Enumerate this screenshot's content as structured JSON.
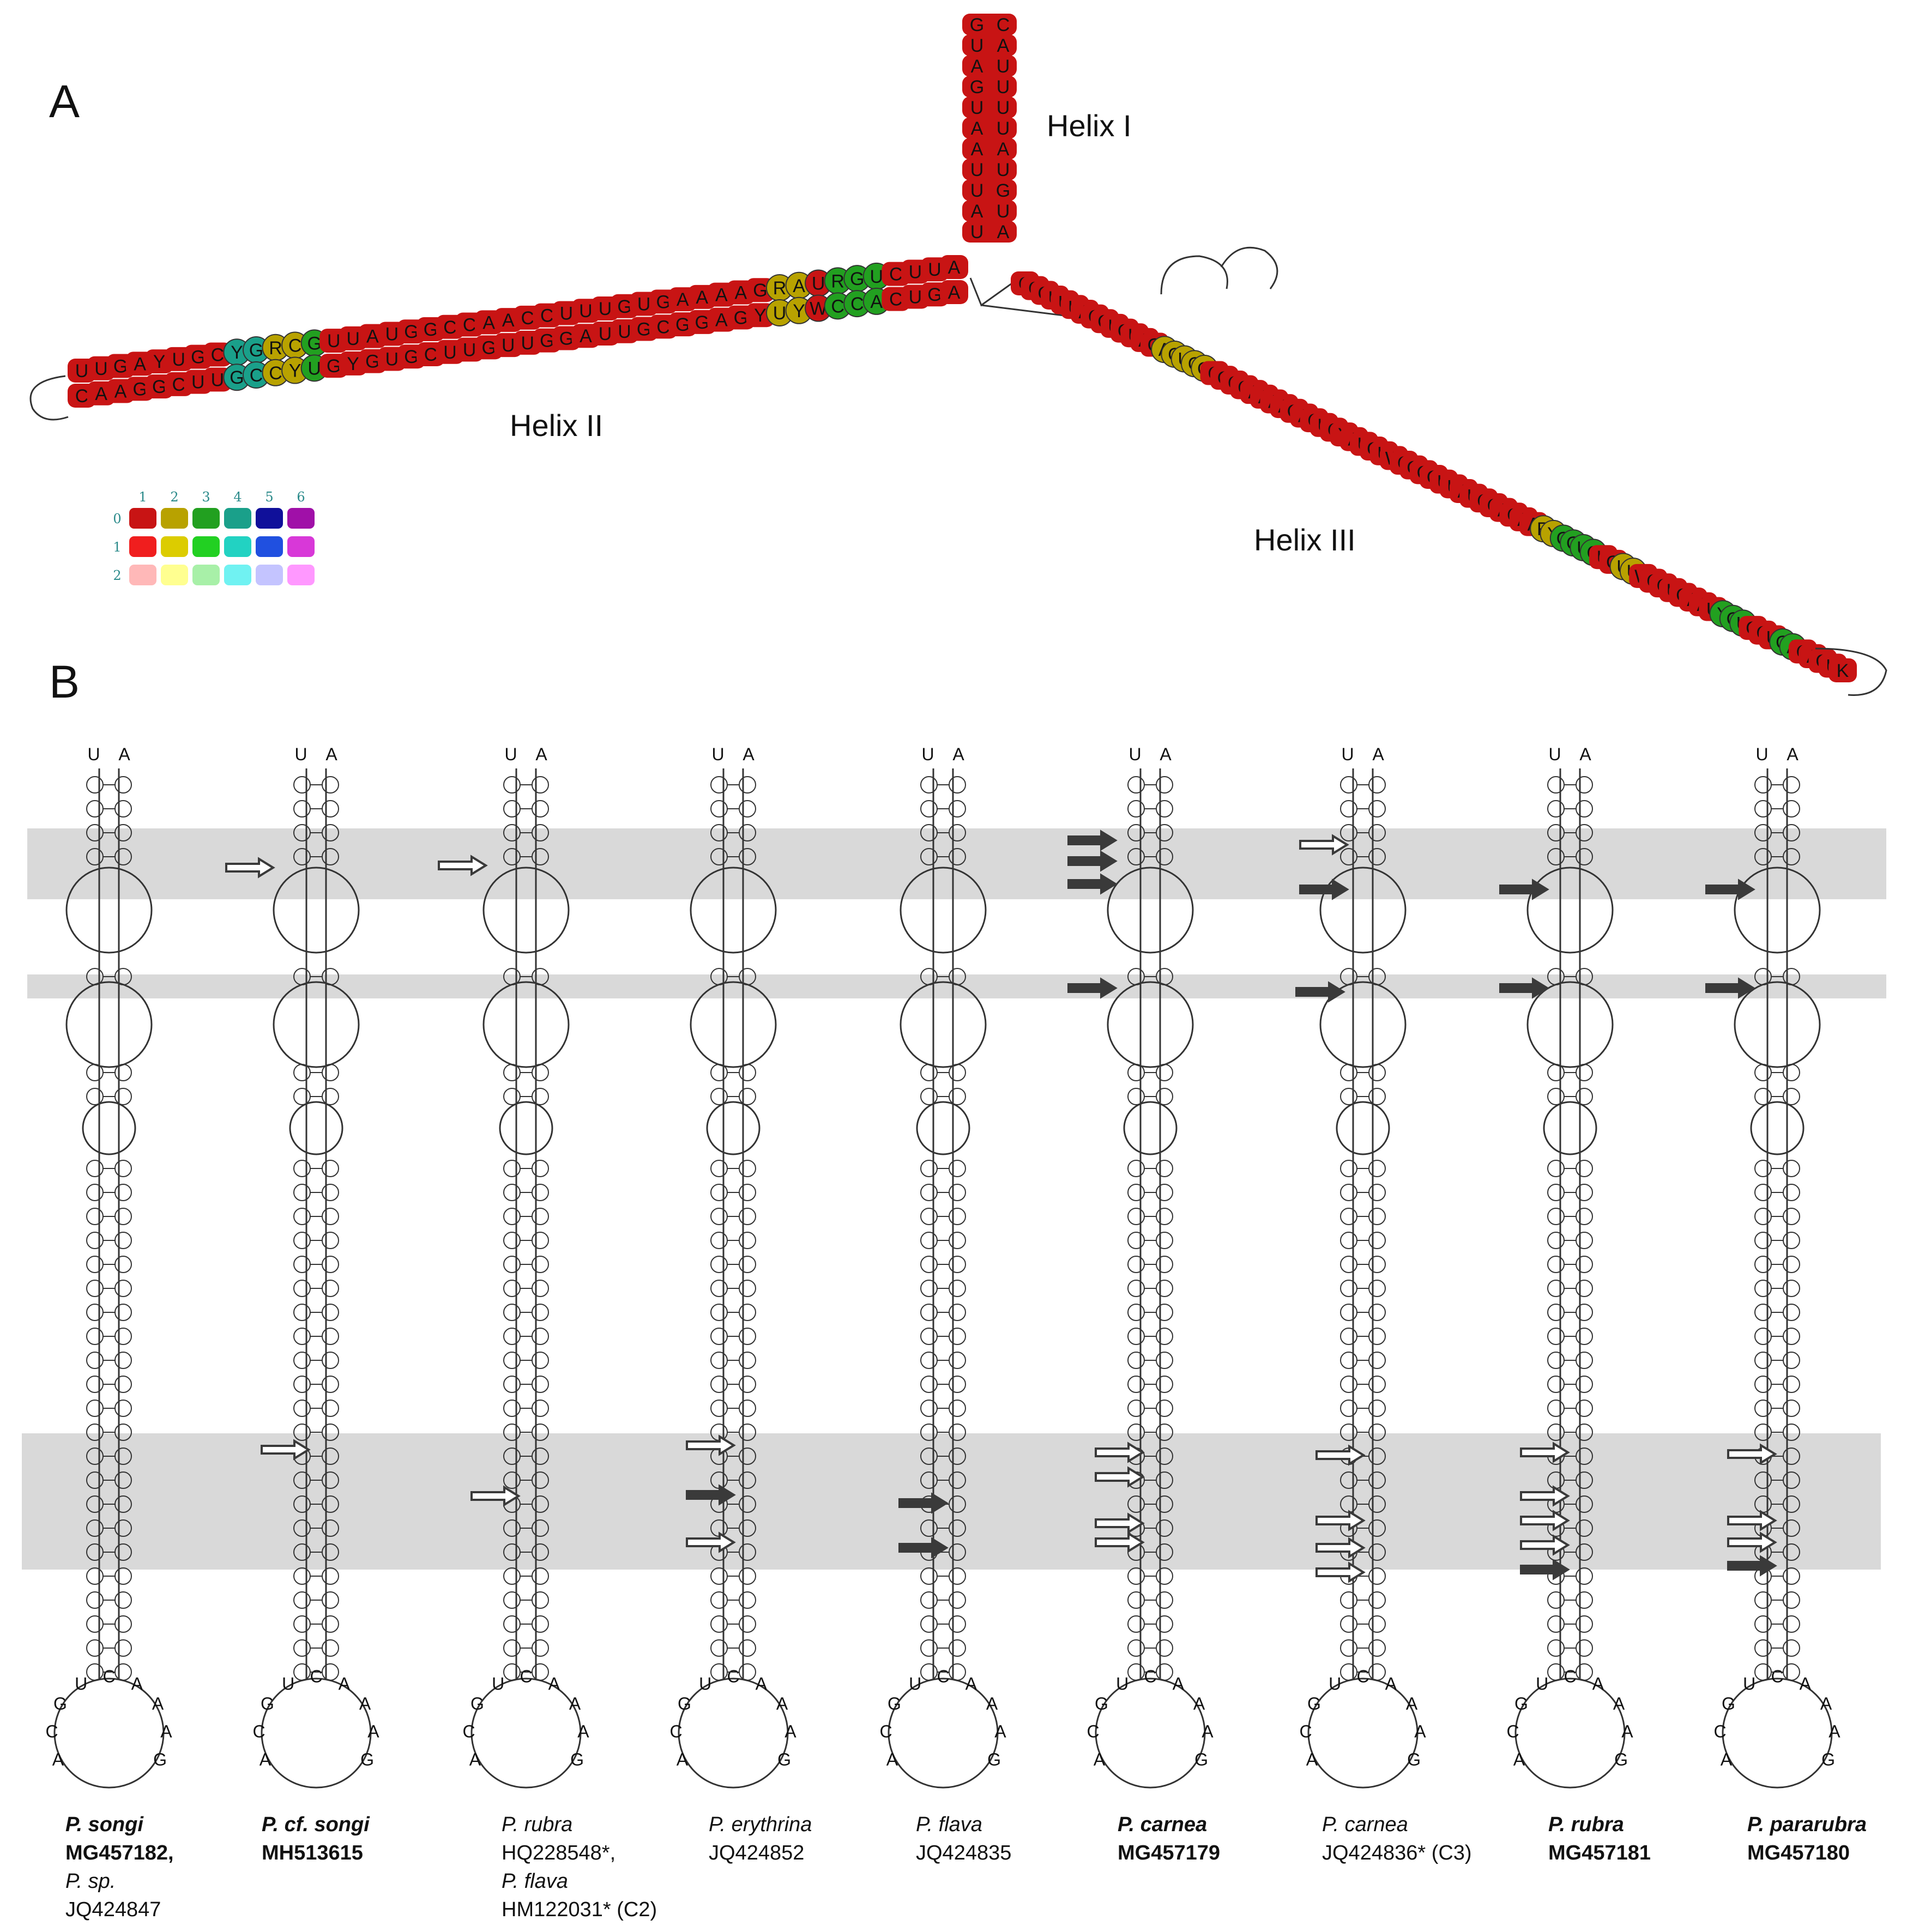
{
  "panels": {
    "a": "A",
    "b": "B"
  },
  "helices": {
    "i": "Helix I",
    "ii": "Helix II",
    "iii": "Helix III"
  },
  "compensation_legend": {
    "columns": [
      "1",
      "2",
      "3",
      "4",
      "5",
      "6"
    ],
    "rows": [
      "0",
      "1",
      "2"
    ],
    "colors": [
      [
        "#c81414",
        "#b8a200",
        "#22a020",
        "#1aa08a",
        "#10109a",
        "#a010a8"
      ],
      [
        "#f01e1e",
        "#dccc00",
        "#22d022",
        "#22d2c2",
        "#2050e0",
        "#d838d8"
      ],
      [
        "#ffb8b8",
        "#ffff90",
        "#a8f0a8",
        "#70f2f2",
        "#c4c4ff",
        "#ff98ff"
      ]
    ]
  },
  "helix_sequences": {
    "helix_i_left": [
      "G",
      "U",
      "A",
      "G",
      "U",
      "A",
      "A",
      "U",
      "U",
      "A",
      "U"
    ],
    "helix_i_right": [
      "C",
      "A",
      "U",
      "U",
      "U",
      "U",
      "A",
      "U",
      "G",
      "U",
      "A"
    ],
    "helix_ii_top": [
      "U",
      "U",
      "G",
      "A",
      "Y",
      "U",
      "G",
      "C",
      "Y",
      "G",
      "R",
      "C",
      "G",
      "U",
      "U",
      "A",
      "U",
      "G",
      "G",
      "C",
      "C",
      "A",
      "A",
      "C",
      "C",
      "U",
      "U",
      "U",
      "G",
      "U",
      "G",
      "A",
      "A",
      "A",
      "A",
      "G",
      "R",
      "A",
      "U",
      "R",
      "G",
      "U",
      "C",
      "U",
      "U",
      "A"
    ],
    "helix_ii_bottom": [
      "C",
      "A",
      "A",
      "G",
      "G",
      "C",
      "U",
      "U",
      "G",
      "C",
      "C",
      "Y",
      "U",
      "G",
      "Y",
      "G",
      "U",
      "G",
      "C",
      "U",
      "U",
      "G",
      "U",
      "U",
      "G",
      "G",
      "A",
      "U",
      "U",
      "G",
      "C",
      "G",
      "G",
      "A",
      "G",
      "Y",
      "U",
      "Y",
      "W",
      "C",
      "C",
      "A",
      "C",
      "U",
      "G",
      "A"
    ],
    "helix_iii": [
      "C",
      "C",
      "G",
      "U",
      "U",
      "U",
      "A",
      "C",
      "G",
      "U",
      "G",
      "U",
      "A",
      "G",
      "A",
      "C",
      "U",
      "C",
      "G",
      "C",
      "G",
      "C",
      "C",
      "A",
      "A",
      "A",
      "A",
      "G",
      "A",
      "C",
      "U",
      "C",
      "Y",
      "A",
      "U",
      "G",
      "U",
      "W",
      "C",
      "G",
      "G",
      "G",
      "U",
      "U",
      "A",
      "U",
      "C",
      "C",
      "A",
      "C",
      "A",
      "A",
      "R",
      "Y",
      "G",
      "G",
      "U",
      "C",
      "U",
      "G",
      "U",
      "U",
      "W",
      "C",
      "C",
      "U",
      "G",
      "A",
      "A",
      "U",
      "Y",
      "C",
      "U",
      "G",
      "C",
      "U",
      "G",
      "A",
      "C",
      "A",
      "G",
      "U",
      "K"
    ]
  },
  "hairpin_sequences": {
    "top_pair": [
      "U",
      "A"
    ],
    "loop": [
      "A",
      "C",
      "G",
      "U",
      "C",
      "A",
      "A",
      "A",
      "G"
    ]
  },
  "species": [
    {
      "line1": "P. songi",
      "line1_bold": true,
      "line2": "MG457182,",
      "line2_bold": true,
      "line3": "P. sp.",
      "line4": "JQ424847"
    },
    {
      "line1": "P. cf. songi",
      "line1_bold": true,
      "line2": "MH513615",
      "line2_bold": true,
      "line3": "",
      "line4": ""
    },
    {
      "line1": "P. rubra",
      "line1_bold": false,
      "line2": "HQ228548*,",
      "line2_bold": false,
      "line3": "P. flava",
      "line4": "HM122031* (C2)"
    },
    {
      "line1": "P. erythrina",
      "line1_bold": false,
      "line2": "JQ424852",
      "line2_bold": false,
      "line3": "",
      "line4": ""
    },
    {
      "line1": "P. flava",
      "line1_bold": false,
      "line2": "JQ424835",
      "line2_bold": false,
      "line3": "",
      "line4": ""
    },
    {
      "line1": "P. carnea",
      "line1_bold": true,
      "line2": "MG457179",
      "line2_bold": true,
      "line3": "",
      "line4": ""
    },
    {
      "line1": "P. carnea",
      "line1_bold": false,
      "line2": "JQ424836* (C3)",
      "line2_bold": false,
      "line3": "",
      "line4": ""
    },
    {
      "line1": "P. rubra",
      "line1_bold": true,
      "line2": "MG457181",
      "line2_bold": true,
      "line3": "",
      "line4": ""
    },
    {
      "line1": "P. pararubra",
      "line1_bold": true,
      "line2": "MG457180",
      "line2_bold": true,
      "line3": "",
      "line4": ""
    }
  ]
}
